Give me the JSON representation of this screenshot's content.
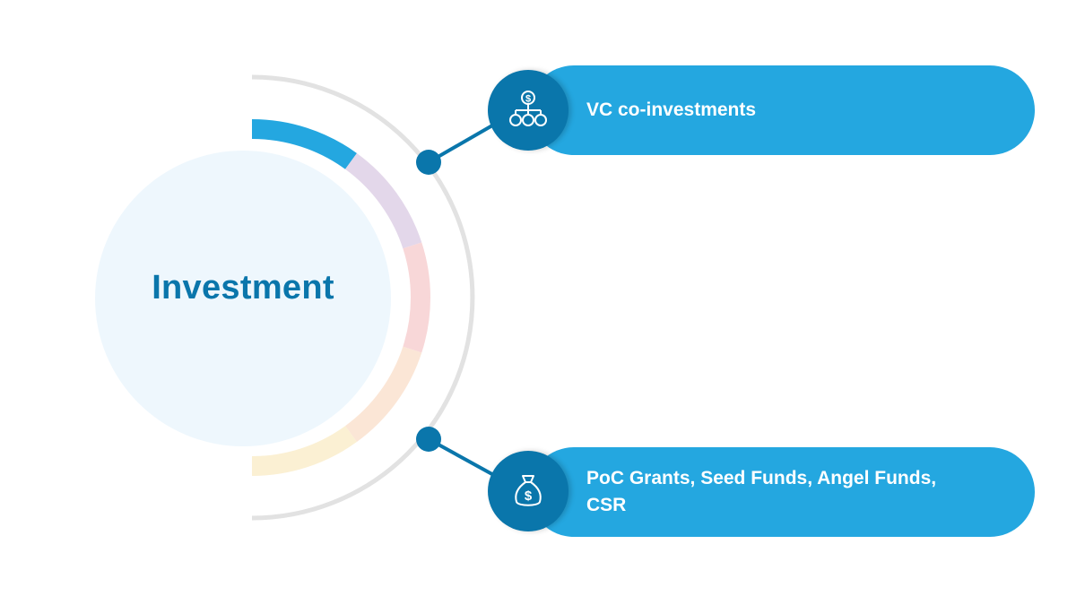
{
  "center": {
    "title": "Investment",
    "circle_color": "#eef7fd",
    "text_color": "#0a76ab"
  },
  "arc_segments": [
    {
      "name": "segment-1",
      "color": "#24a7e0"
    },
    {
      "name": "segment-2",
      "color": "#e3d7ea"
    },
    {
      "name": "segment-3",
      "color": "#f8d7d8"
    },
    {
      "name": "segment-4",
      "color": "#fbe6d6"
    },
    {
      "name": "segment-5",
      "color": "#fbf0d3"
    }
  ],
  "outer_arc_color": "#e2e2e2",
  "items": [
    {
      "label": "VC co-investments",
      "icon": "funding-hierarchy-icon"
    },
    {
      "label": "PoC Grants, Seed Funds, Angel Funds, CSR",
      "icon": "money-bag-icon"
    }
  ],
  "colors": {
    "pill": "#24a7e0",
    "badge": "#0a76ab",
    "connector": "#0a76ab"
  }
}
